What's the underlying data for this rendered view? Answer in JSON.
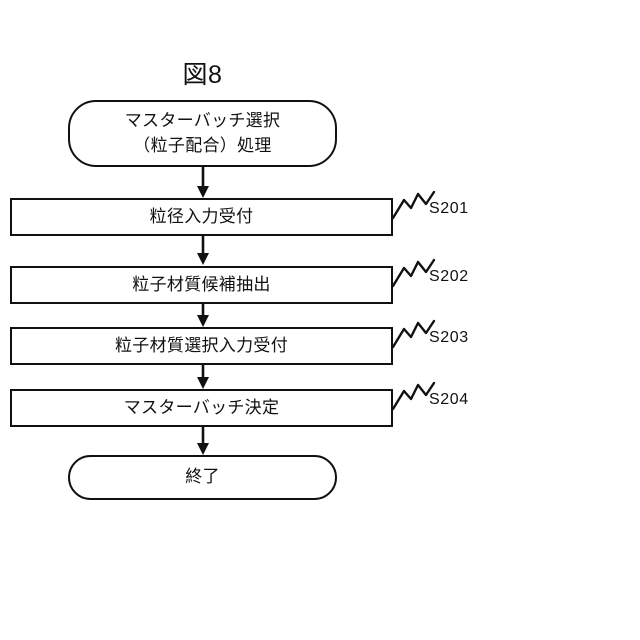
{
  "figure": {
    "title": "図8",
    "stroke_color": "#111111",
    "background_color": "#ffffff"
  },
  "flowchart": {
    "start": {
      "shape": "terminal",
      "label": "マスターバッチ選択\n（粒子配合）処理"
    },
    "steps": [
      {
        "shape": "process",
        "label": "粒径入力受付",
        "step_id": "S201"
      },
      {
        "shape": "process",
        "label": "粒子材質候補抽出",
        "step_id": "S202"
      },
      {
        "shape": "process",
        "label": "粒子材質選択入力受付",
        "step_id": "S203"
      },
      {
        "shape": "process",
        "label": "マスターバッチ決定",
        "step_id": "S204"
      }
    ],
    "end": {
      "shape": "terminal",
      "label": "終了"
    }
  }
}
